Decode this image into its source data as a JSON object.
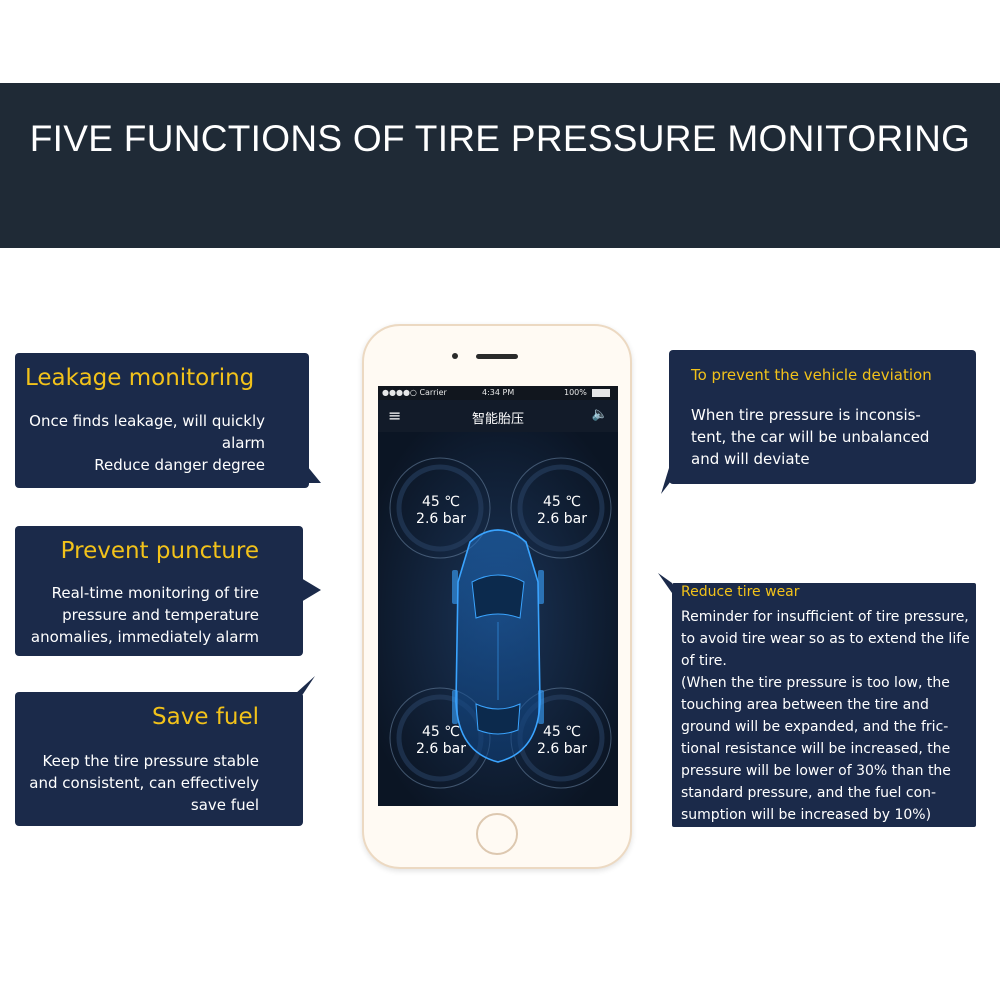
{
  "banner": {
    "title": "FIVE FUNCTIONS OF TIRE PRESSURE MONITORING"
  },
  "features": {
    "leakage": {
      "title": "Leakage monitoring",
      "desc": "Once finds leakage, will quickly\nalarm\nReduce danger degree"
    },
    "puncture": {
      "title": "Prevent puncture",
      "desc": "Real-time monitoring of tire\npressure and temperature\nanomalies, immediately alarm"
    },
    "fuel": {
      "title": "Save fuel",
      "desc": "Keep the tire pressure stable\nand consistent, can effectively\nsave fuel"
    },
    "deviation": {
      "title": "To prevent the vehicle deviation",
      "desc": "When tire pressure is inconsis-\ntent, the car will be unbalanced\nand will deviate"
    },
    "wear": {
      "title": "Reduce tire wear",
      "desc": "Reminder for insufficient of tire pressure,\nto avoid tire wear so as to extend the life\nof tire.\n(When the tire pressure is too low, the\ntouching area between the tire and\nground will be expanded, and the fric-\ntional resistance will be increased, the\npressure will be lower of 30% than the\nstandard pressure, and the fuel con-\nsumption will be increased by 10%)"
    }
  },
  "phone": {
    "status": {
      "carrier": "●●●●○ Carrier",
      "time": "4:34 PM",
      "battery": "100%"
    },
    "app_title": "智能胎压",
    "tires": [
      {
        "temp": "45 ℃",
        "pressure": "2.6 bar"
      },
      {
        "temp": "45 ℃",
        "pressure": "2.6 bar"
      },
      {
        "temp": "45 ℃",
        "pressure": "2.6 bar"
      },
      {
        "temp": "45 ℃",
        "pressure": "2.6 bar"
      }
    ]
  },
  "colors": {
    "banner_bg": "#1f2a36",
    "box_bg": "#1b2a4a",
    "title_yellow": "#f2c21a",
    "screen_bg": "#0e1a2c",
    "glow_blue": "#3aa4ff"
  }
}
